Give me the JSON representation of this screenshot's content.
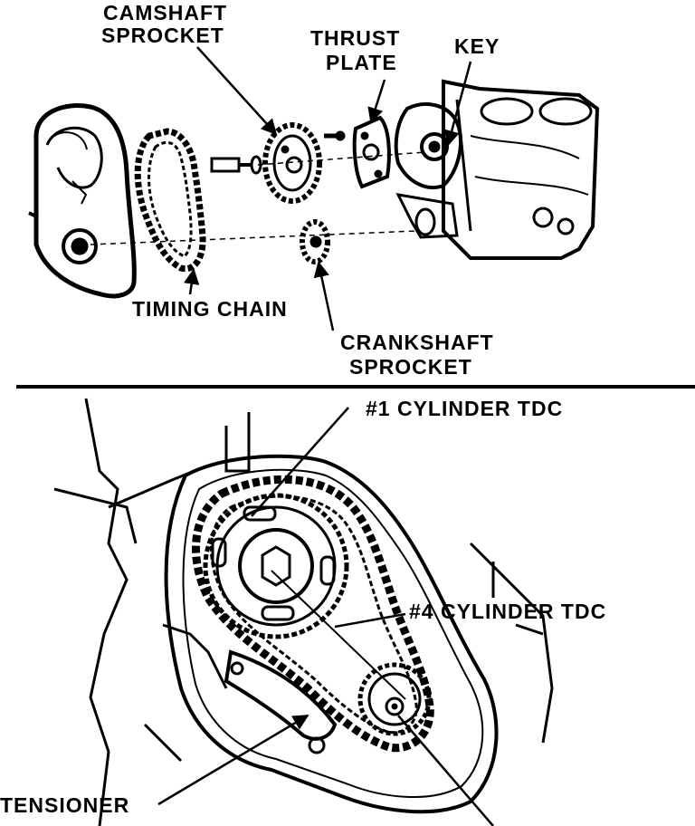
{
  "labels": {
    "camshaft_sprocket_line1": "CAMSHAFT",
    "camshaft_sprocket_line2": "SPROCKET",
    "thrust_plate_line1": "THRUST",
    "thrust_plate_line2": "PLATE",
    "key": "KEY",
    "timing_chain": "TIMING CHAIN",
    "crankshaft_sprocket_line1": "CRANKSHAFT",
    "crankshaft_sprocket_line2": "SPROCKET",
    "cylinder1_tdc": "#1 CYLINDER TDC",
    "cylinder4_tdc": "#4 CYLINDER TDC",
    "tensioner": "TENSIONER"
  },
  "colors": {
    "ink": "#000000",
    "paper": "#ffffff"
  }
}
